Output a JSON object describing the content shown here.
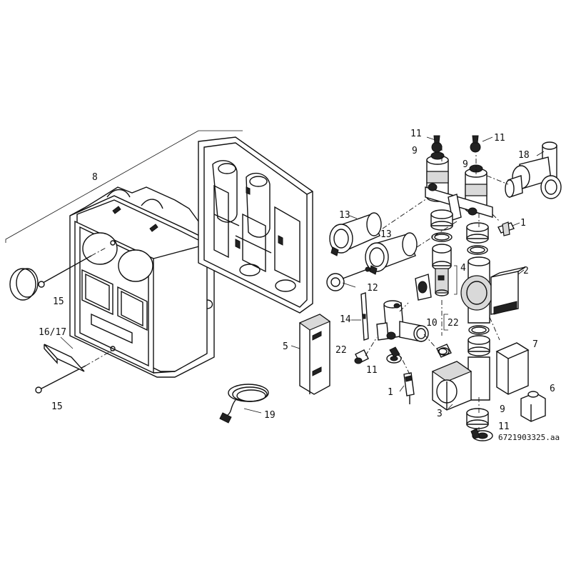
{
  "diagram": {
    "labels": {
      "p1": "1",
      "p1b": "1",
      "p2": "2",
      "p3": "3",
      "p4": "4",
      "p5": "5",
      "p6": "6",
      "p7": "7",
      "p8": "8",
      "p9a": "9",
      "p9b": "9",
      "p9c": "9",
      "p10": "10",
      "p11a": "11",
      "p11b": "11",
      "p11c": "11",
      "p11d": "11",
      "p12": "12",
      "p13a": "13",
      "p13b": "13",
      "p14": "14",
      "p15a": "15",
      "p15b": "15",
      "p1617": "16/17",
      "p18": "18",
      "p19": "19",
      "p22a": "22",
      "p22b": "22"
    },
    "drawing_code": "6721903325.aa",
    "colors": {
      "line": "#111111",
      "paper": "#ffffff",
      "shade": "#d9d9d9",
      "dark": "#222222"
    }
  }
}
